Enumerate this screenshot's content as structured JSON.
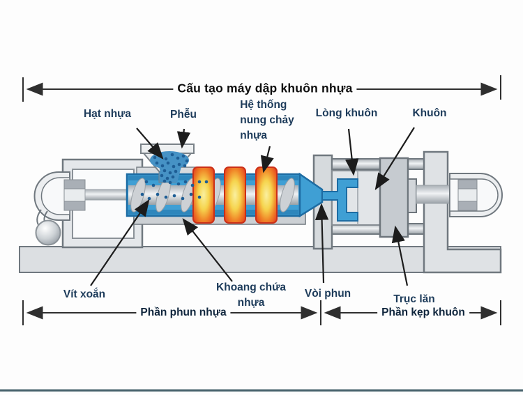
{
  "diagram": {
    "title": "Cấu tạo máy dập khuôn nhựa",
    "labels": {
      "hat_nhua": "Hạt nhựa",
      "pheu": "Phễu",
      "he_thong": "Hệ thống\nnung chảy\nnhựa",
      "long_khuon": "Lòng khuôn",
      "khuon": "Khuôn",
      "vit_xoan": "Vít xoắn",
      "khoang_chua": "Khoang chứa\nnhựa",
      "voi_phun": "Vòi phun",
      "truc_lan": "Trục lăn"
    },
    "sections": {
      "phan_phun_nhua": "Phần phun nhựa",
      "phan_kep_khuon": "Phần kẹp khuôn"
    },
    "colors": {
      "label_text": "#1d3b5a",
      "title_text": "#0e0e0e",
      "barrel_blue": "#3f9fd4",
      "barrel_blue_dark": "#1d6ca3",
      "pellet_blue": "#1e5e95",
      "heater_red": "#e23a1f",
      "heater_yellow": "#faf0a0",
      "machine_gray": "#e4e7ea",
      "bottom_rule": "#44606a"
    }
  }
}
